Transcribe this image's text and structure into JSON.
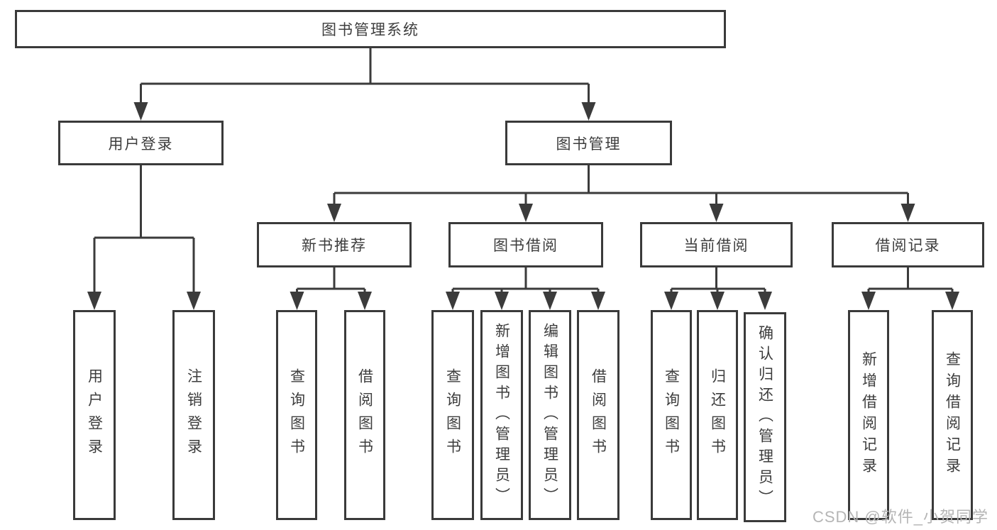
{
  "diagram": {
    "root": {
      "label": "图书管理系统"
    },
    "level2": [
      {
        "id": "user-login",
        "label": "用户登录"
      },
      {
        "id": "book-management",
        "label": "图书管理"
      }
    ],
    "level3": [
      {
        "id": "new-book-recommend",
        "label": "新书推荐",
        "parent": "图书管理"
      },
      {
        "id": "book-borrowing",
        "label": "图书借阅",
        "parent": "图书管理"
      },
      {
        "id": "current-borrowing",
        "label": "当前借阅",
        "parent": "图书管理"
      },
      {
        "id": "borrowing-records",
        "label": "借阅记录",
        "parent": "图书管理"
      }
    ],
    "leaves": [
      {
        "label": "用户登录",
        "parent": "用户登录"
      },
      {
        "label": "注销登录",
        "parent": "用户登录"
      },
      {
        "label": "查询图书",
        "parent": "新书推荐"
      },
      {
        "label": "借阅图书",
        "parent": "新书推荐"
      },
      {
        "label": "查询图书",
        "parent": "图书借阅"
      },
      {
        "label": "新增图书（管理员）",
        "parent": "图书借阅"
      },
      {
        "label": "编辑图书（管理员）",
        "parent": "图书借阅"
      },
      {
        "label": "借阅图书",
        "parent": "图书借阅"
      },
      {
        "label": "查询图书",
        "parent": "当前借阅"
      },
      {
        "label": "归还图书",
        "parent": "当前借阅"
      },
      {
        "label": "确认归还（管理员）",
        "parent": "当前借阅"
      },
      {
        "label": "新增借阅记录",
        "parent": "借阅记录"
      },
      {
        "label": "查询借阅记录",
        "parent": "借阅记录"
      }
    ],
    "watermark": "CSDN @软件_小贺同学",
    "colors": {
      "line": "#3b3b3b",
      "box_border": "#3a3a3a",
      "box_fill": "#ffffff",
      "text": "#3d3d3d",
      "watermark": "#b5b5b5"
    }
  }
}
